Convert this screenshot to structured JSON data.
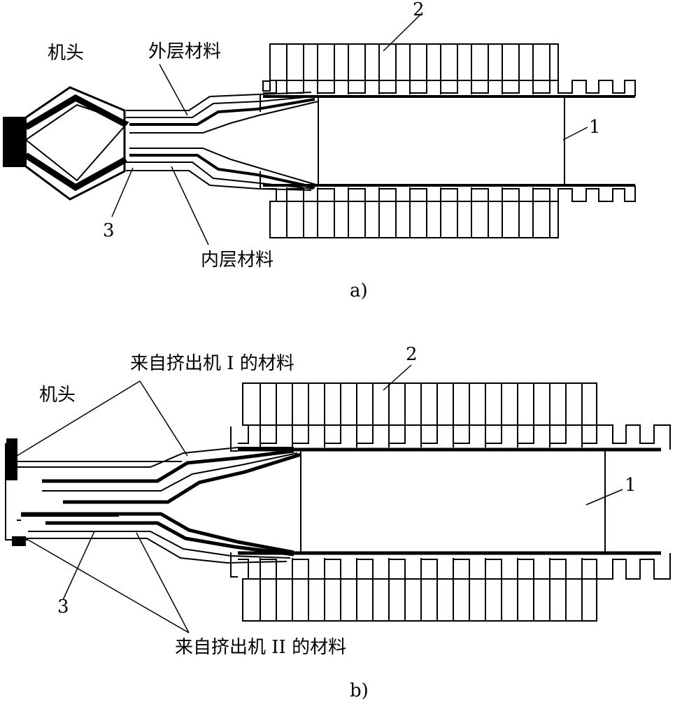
{
  "figure_a": {
    "label_head": "机头",
    "label_outer": "外层材料",
    "label_inner": "内层材料",
    "num_1": "1",
    "num_2": "2",
    "num_3": "3",
    "caption": "a)"
  },
  "figure_b": {
    "label_head": "机头",
    "label_from_I": "来自挤出机 I 的材料",
    "label_from_II": "来自挤出机 II 的材料",
    "num_1": "1",
    "num_2": "2",
    "num_3": "3",
    "caption": "b)"
  },
  "colors": {
    "ink": "#000000",
    "paper": "#ffffff"
  }
}
